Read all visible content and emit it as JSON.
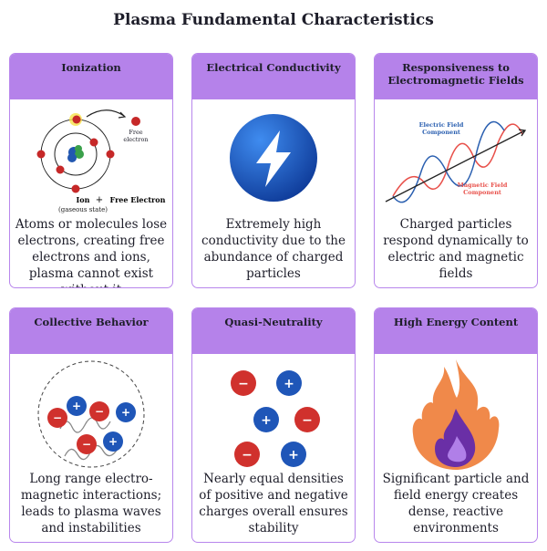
{
  "title": "Plasma Fundamental Characteristics",
  "cards": [
    {
      "title": "Ionization",
      "description": "Atoms or molecules lose electrons, creating free electrons and ions, plasma cannot exist without it",
      "labels": {
        "free_electron": "Free electron",
        "ion": "Ion",
        "plus": "+",
        "free_electron_caption": "Free Electron",
        "ion_state": "(gaseous state)"
      }
    },
    {
      "title": "Electrical  Conductivity",
      "description": "Extremely high conductivity due to the abundance of charged particles"
    },
    {
      "title": "Responsiveness to Electromagnetic Fields",
      "description": "Charged particles respond dynamically to electric and magnetic fields",
      "labels": {
        "electric": "Electric Field Component",
        "magnetic": "Magnetic Field Component"
      }
    },
    {
      "title": "Collective Behavior",
      "description": "Long range electro-magnetic interactions; leads to plasma waves and instabilities"
    },
    {
      "title": "Quasi-Neutrality",
      "description": "Nearly equal densities of positive and negative charges overall ensures stability"
    },
    {
      "title": "High Energy Content",
      "description": "Significant particle and field energy creates dense, reactive environments"
    }
  ],
  "colors": {
    "header": "#b582ea",
    "negative": "#d0312d",
    "positive": "#1f56b8",
    "electric": "#2a5fb0",
    "magnetic": "#e8504a"
  }
}
